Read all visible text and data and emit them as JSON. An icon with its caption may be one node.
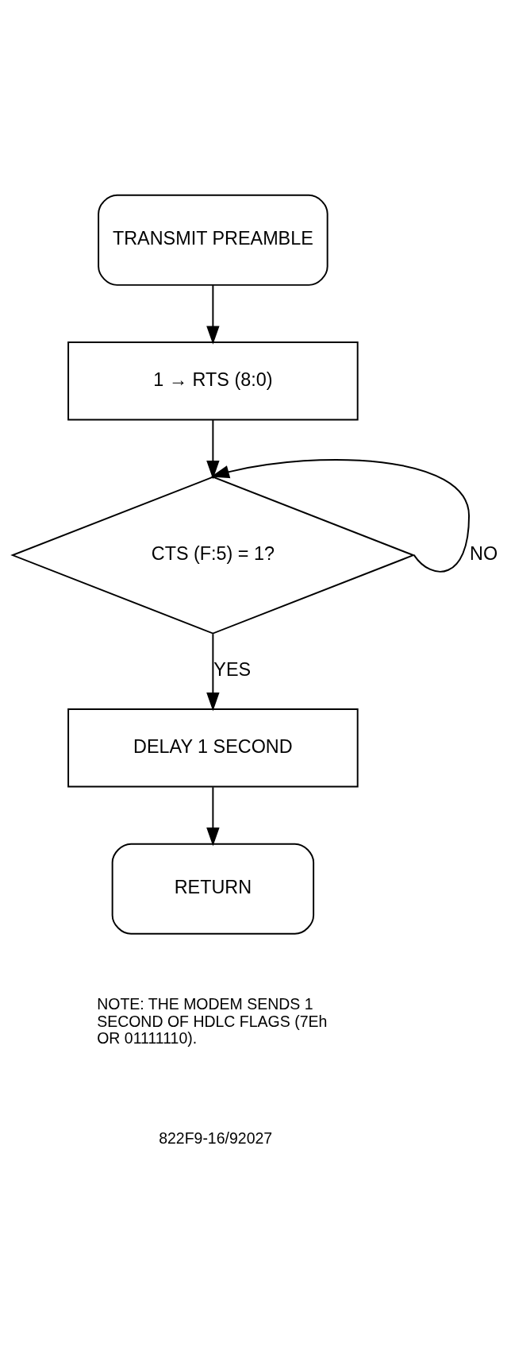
{
  "diagram": {
    "nodes": [
      {
        "text": [
          "TRANSMIT PREAMBLE"
        ]
      },
      {
        "text": [
          "1 → RTS (8:0)"
        ]
      },
      {
        "text": [
          "CTS (F:5) = 1?"
        ]
      },
      {
        "text": [
          "DELAY 1 SECOND"
        ]
      },
      {
        "text": [
          "RETURN"
        ]
      }
    ],
    "edges": [
      {
        "from": 0,
        "to": 1,
        "arrow": "to"
      },
      {
        "from": 1,
        "to": 2,
        "arrow": "to"
      },
      {
        "from": 2,
        "to": 2,
        "arrow": "to",
        "label": "NO"
      },
      {
        "from": 2,
        "to": 3,
        "arrow": "to",
        "label": "YES"
      },
      {
        "from": 3,
        "to": 4,
        "arrow": "to"
      }
    ],
    "labels": [
      "NOTE: THE MODEM SENDS 1 SECOND OF HDLC FLAGS (7Eh OR 01111110).",
      "822F9-16/92027"
    ]
  }
}
